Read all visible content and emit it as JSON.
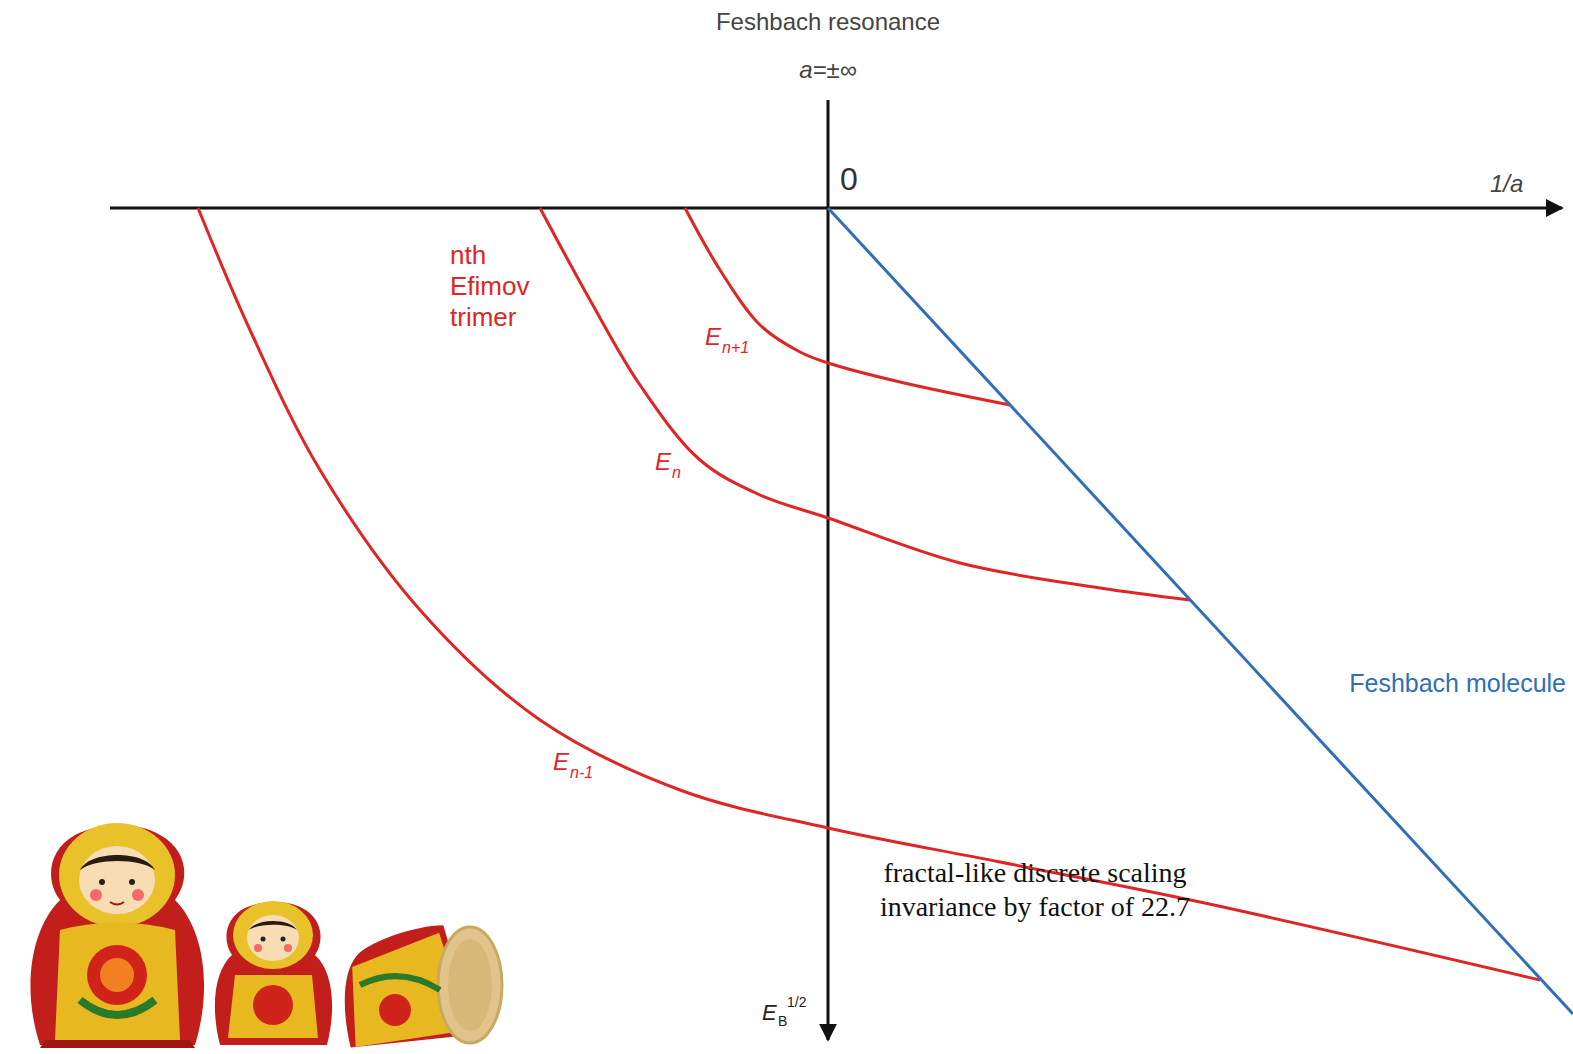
{
  "diagram": {
    "title": "Feshbach resonance",
    "labels": [
      "a=±∞",
      "0",
      "1/a",
      "nth Efimov trimer",
      "E",
      "n+1",
      "E",
      "n",
      "E",
      "n-1",
      "fractal-like discrete scaling invariance by factor of 22.7",
      "Feshbach molecule",
      "E",
      "B",
      "1/2"
    ]
  }
}
